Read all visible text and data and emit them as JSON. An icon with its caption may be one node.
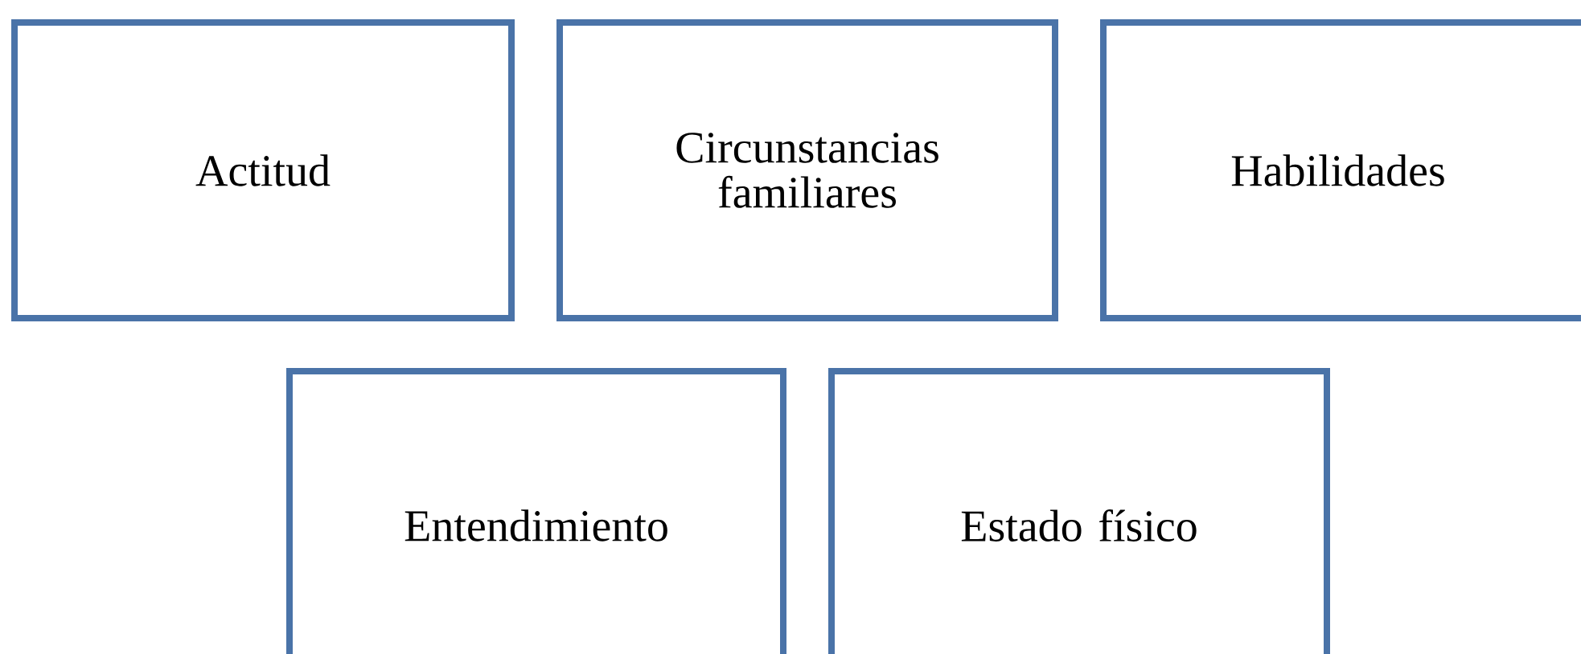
{
  "diagram": {
    "nodes": [
      {
        "text": [
          "Actitud"
        ]
      },
      {
        "text": [
          "Circunstancias familiares"
        ]
      },
      {
        "text": [
          "Habilidades"
        ]
      },
      {
        "text": [
          "Entendimiento"
        ]
      },
      {
        "text": [
          "Estado físico"
        ]
      }
    ]
  }
}
